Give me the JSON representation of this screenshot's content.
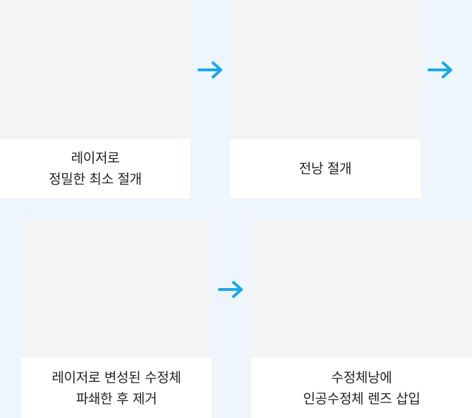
{
  "steps": [
    {
      "lines": [
        "레이저로",
        "정밀한 최소 절개"
      ]
    },
    {
      "lines": [
        "전낭 절개"
      ]
    },
    {
      "lines": [
        "레이저로 변성된 수정체",
        "파쇄한 후 제거"
      ]
    },
    {
      "lines": [
        "수정체낭에",
        "인공수정체 렌즈 삽입"
      ]
    }
  ],
  "colors": {
    "accent": "#1aa7e8",
    "background": "#eef5fc",
    "photo_placeholder": "#f4f4f4"
  },
  "icons": {
    "step_arrow": "arrow-right-icon"
  }
}
